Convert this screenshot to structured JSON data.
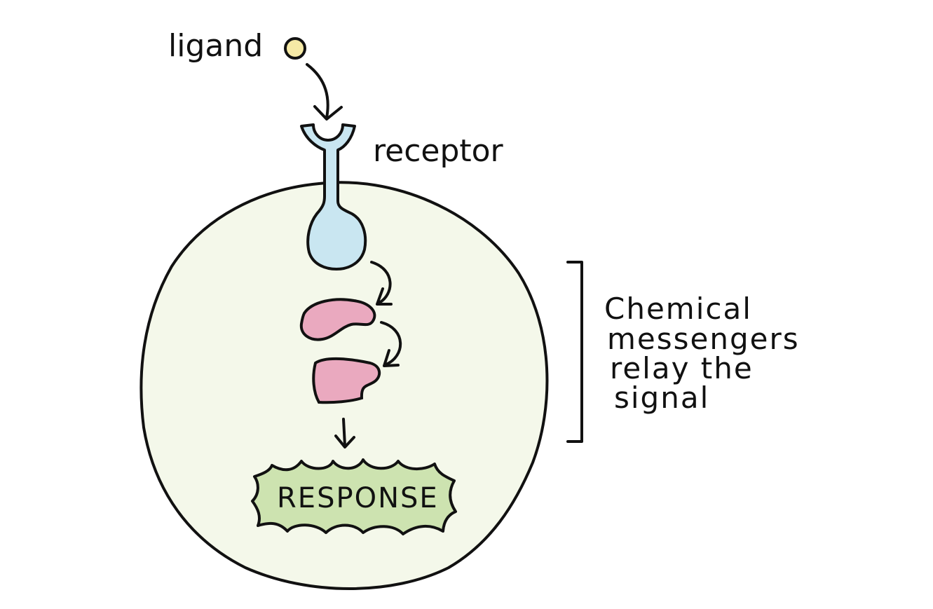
{
  "labels": {
    "ligand": "ligand",
    "receptor": "receptor",
    "messengers_line1": "Chemical",
    "messengers_line2": "messengers",
    "messengers_line3": "relay the",
    "messengers_line4": "signal",
    "response": "RESPONSE"
  },
  "colors": {
    "cell_fill": "#f4f8ea",
    "ligand_fill": "#f6eaa6",
    "receptor_fill": "#c9e6f1",
    "messenger_fill": "#eaa9bf",
    "response_fill": "#cde3b0",
    "outline": "#111111"
  }
}
